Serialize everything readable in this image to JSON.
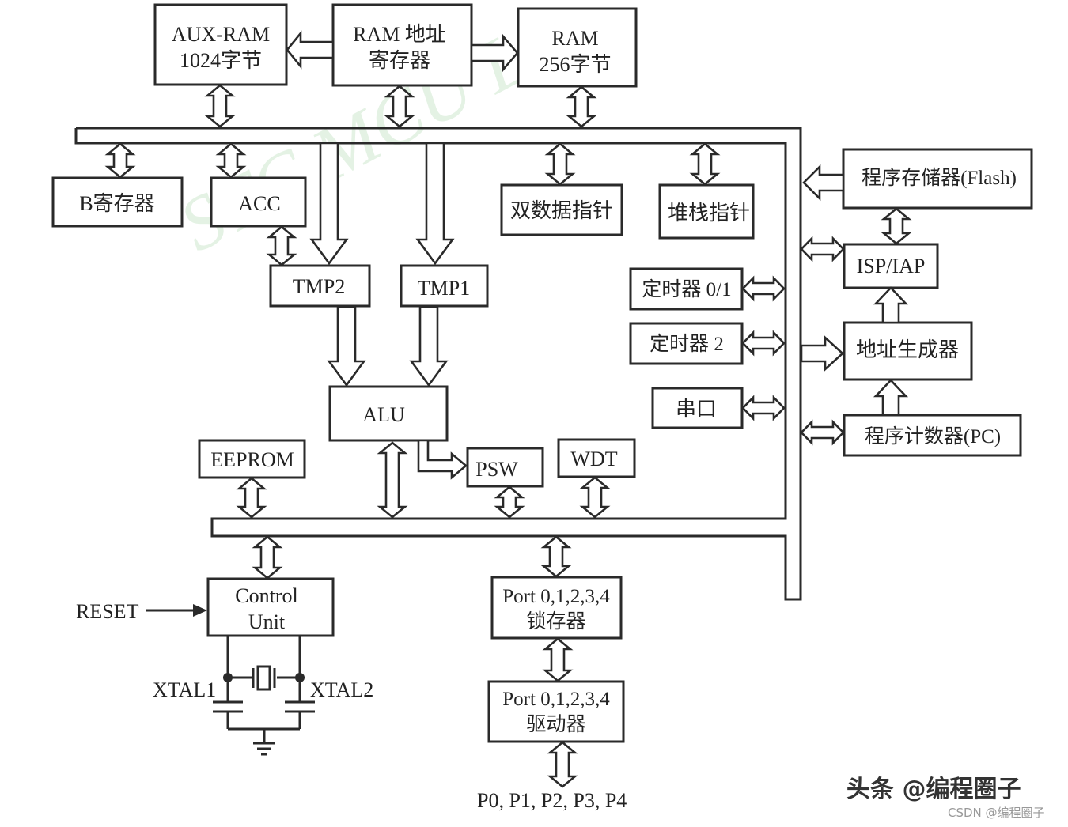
{
  "watermark": "STC MCU Lim",
  "blocks": {
    "aux_ram": [
      "AUX-RAM",
      "1024字节"
    ],
    "ram_addr_reg": [
      "RAM 地址",
      "寄存器"
    ],
    "ram256": [
      "RAM",
      "256字节"
    ],
    "b_reg": "B寄存器",
    "acc": "ACC",
    "dual_dptr": "双数据指针",
    "stack_ptr": "堆栈指针",
    "flash": "程序存储器(Flash)",
    "isp_iap": "ISP/IAP",
    "tmp2": "TMP2",
    "tmp1": "TMP1",
    "timer01": "定时器 0/1",
    "timer2": "定时器 2",
    "uart": "串口",
    "addr_gen": "地址生成器",
    "pc": "程序计数器(PC)",
    "alu": "ALU",
    "psw": "PSW",
    "eeprom": "EEPROM",
    "wdt": "WDT",
    "control_unit": [
      "Control",
      "Unit"
    ],
    "port_latch": [
      "Port 0,1,2,3,4",
      "锁存器"
    ],
    "port_driver": [
      "Port 0,1,2,3,4",
      "驱动器"
    ]
  },
  "signals": {
    "reset": "RESET",
    "xtal1": "XTAL1",
    "xtal2": "XTAL2",
    "ports_out": "P0, P1, P2, P3, P4"
  },
  "credits": {
    "toutiao": "头条 @编程圈子",
    "csdn": "CSDN @编程圈子"
  },
  "colors": {
    "stroke": "#2a2a2a",
    "watermark": "#cfe8cf"
  }
}
